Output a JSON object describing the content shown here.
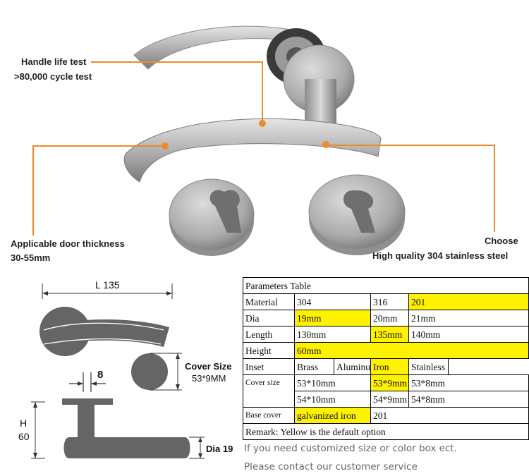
{
  "callouts": {
    "handle_life_title": "Handle life test",
    "handle_life_value": ">80,000 cycle test",
    "door_thickness_title": "Applicable door thickness",
    "door_thickness_value": "30-55mm",
    "choose_title": "Choose",
    "choose_value": "High quality 304 stainless steel"
  },
  "dimensions": {
    "length": "L  135",
    "width": "8",
    "cover_size_title": "Cover Size",
    "cover_size_value": "53*9MM",
    "height_letter": "H",
    "height_value": "60",
    "dia": "Dia 19"
  },
  "table": {
    "title": "Parameters Table",
    "rows": [
      {
        "label": "Material",
        "cells": [
          {
            "text": "304"
          },
          {
            "text": "316"
          },
          {
            "text": "201",
            "highlight": true
          }
        ]
      },
      {
        "label": "Dia",
        "cells": [
          {
            "text": "19mm",
            "highlight": true
          },
          {
            "text": "20mm"
          },
          {
            "text": "21mm"
          }
        ]
      },
      {
        "label": "Length",
        "cells": [
          {
            "text": "130mm"
          },
          {
            "text": "135mm",
            "highlight": true
          },
          {
            "text": "140mm"
          }
        ]
      },
      {
        "label": "Height",
        "cells": [
          {
            "text": "60mm",
            "highlight": true
          }
        ]
      },
      {
        "label": "Inset",
        "cells": [
          {
            "text": "Brass"
          },
          {
            "text": "Aluminum"
          },
          {
            "text": "Iron",
            "highlight": true
          },
          {
            "text": "Stainless steel"
          }
        ]
      },
      {
        "label": "Cover size",
        "cells": [
          {
            "text": "53*10mm"
          },
          {
            "text": "53*9mm",
            "highlight": true
          },
          {
            "text": "53*8mm"
          }
        ]
      },
      {
        "label": "",
        "cells": [
          {
            "text": "54*10mm"
          },
          {
            "text": "54*9mm"
          },
          {
            "text": "54*8mm"
          }
        ]
      },
      {
        "label": "Base cover",
        "cells": [
          {
            "text": "galvanized iron",
            "highlight": true
          },
          {
            "text": "201"
          }
        ]
      }
    ],
    "remark": "Remark: Yellow is the default option"
  },
  "notes": {
    "line1": "If you need customized size or color box ect.",
    "line2": "Please contact our customer service"
  },
  "colors": {
    "accent_orange": "#ee8a2b",
    "highlight_yellow": "#fff200",
    "steel": "#b8b8b8"
  }
}
